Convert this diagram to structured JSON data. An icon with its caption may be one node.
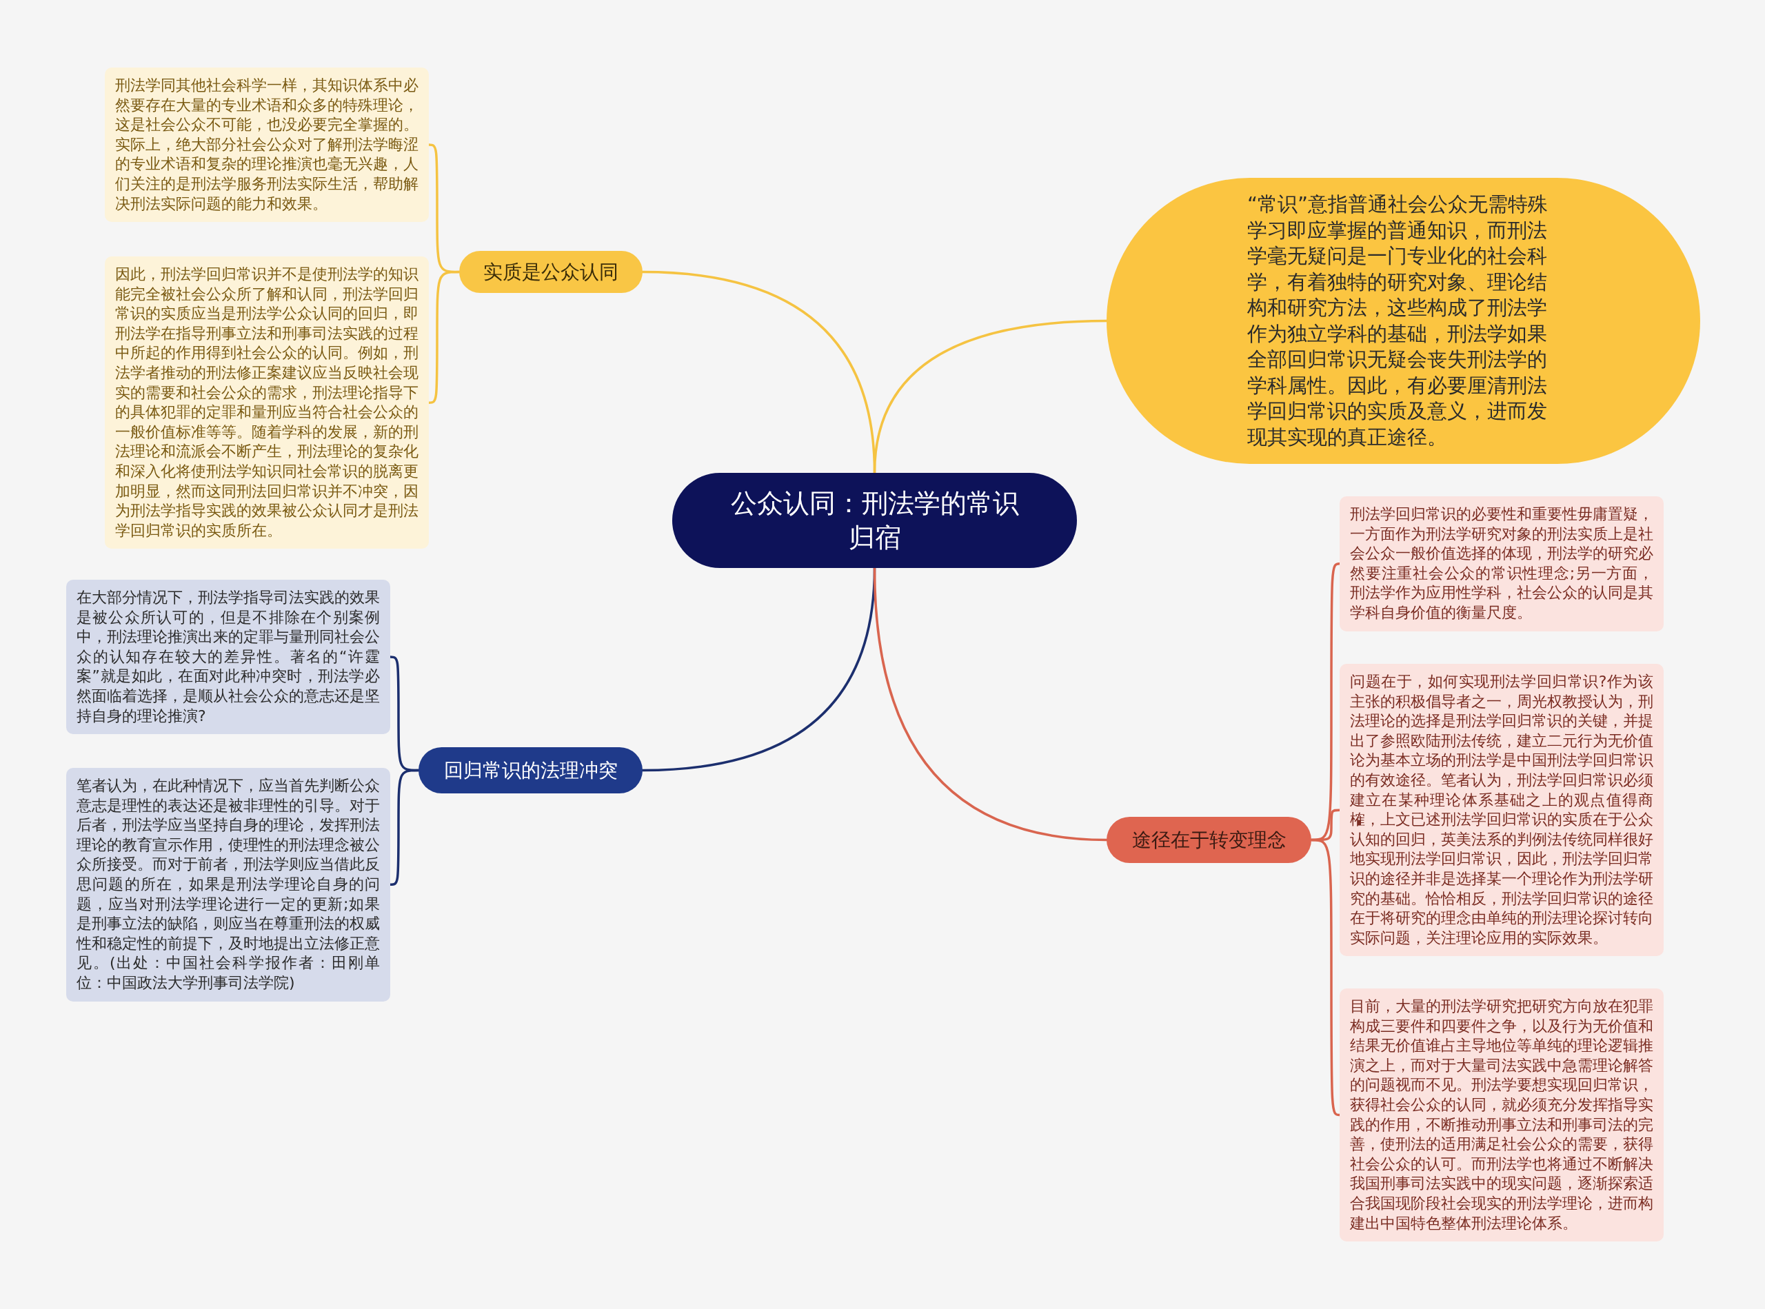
{
  "diagram": {
    "nodes": [
      {
        "text": [
          "公众认同：刑法学的常识归宿"
        ]
      },
      {
        "text": [
          "实质是公众认同"
        ]
      },
      {
        "text": [
          "刑法学同其他社会科学一样，其知识体系中必然要存在大量的专业术语和众多的特殊理论，这是社会公众不可能，也没必要完全掌握的。实际上，绝大部分社会公众对了解刑法学晦涩的专业术语和复杂的理论推演也毫无兴趣，人们关注的是刑法学服务刑法实际生活，帮助解决刑法实际问题的能力和效果。"
        ]
      },
      {
        "text": [
          "因此，刑法学回归常识并不是使刑法学的知识能完全被社会公众所了解和认同，刑法学回归常识的实质应当是刑法学公众认同的回归，即刑法学在指导刑事立法和刑事司法实践的过程中所起的作用得到社会公众的认同。例如，刑法学者推动的刑法修正案建议应当反映社会现实的需要和社会公众的需求，刑法理论指导下的具体犯罪的定罪和量刑应当符合社会公众的一般价值标准等等。随着学科的发展，新的刑法理论和流派会不断产生，刑法理论的复杂化和深入化将使刑法学知识同社会常识的脱离更加明显，然而这同刑法回归常识并不冲突，因为刑法学指导实践的效果被公众认同才是刑法学回归常识的实质所在。"
        ]
      },
      {
        "text": [
          "“常识”意指普通社会公众无需特殊学习即应掌握的普通知识，而刑法学毫无疑问是一门专业化的社会科学，有着独特的研究对象、理论结构和研究方法，这些构成了刑法学作为独立学科的基础，刑法学如果全部回归常识无疑会丧失刑法学的学科属性。因此，有必要厘清刑法学回归常识的实质及意义，进而发现其实现的真正途径。"
        ]
      },
      {
        "text": [
          "回归常识的法理冲突"
        ]
      },
      {
        "text": [
          "在大部分情况下，刑法学指导司法实践的效果是被公众所认可的，但是不排除在个别案例中，刑法理论推演出来的定罪与量刑同社会公众的认知存在较大的差异性。著名的“许霆案”就是如此，在面对此种冲突时，刑法学必然面临着选择，是顺从社会公众的意志还是坚持自身的理论推演?"
        ]
      },
      {
        "text": [
          "笔者认为，在此种情况下，应当首先判断公众意志是理性的表达还是被非理性的引导。对于后者，刑法学应当坚持自身的理论，发挥刑法理论的教育宣示作用，使理性的刑法理念被公众所接受。而对于前者，刑法学则应当借此反思问题的所在，如果是刑法学理论自身的问题，应当对刑法学理论进行一定的更新;如果是刑事立法的缺陷，则应当在尊重刑法的权威性和稳定性的前提下，及时地提出立法修正意见。(出处：中国社会科学报作者：田刚单位：中国政法大学刑事司法学院)"
        ]
      },
      {
        "text": [
          "途径在于转变理念"
        ]
      },
      {
        "text": [
          "刑法学回归常识的必要性和重要性毋庸置疑，一方面作为刑法学研究对象的刑法实质上是社会公众一般价值选择的体现，刑法学的研究必然要注重社会公众的常识性理念;另一方面，刑法学作为应用性学科，社会公众的认同是其学科自身价值的衡量尺度。"
        ]
      },
      {
        "text": [
          "问题在于，如何实现刑法学回归常识?作为该主张的积极倡导者之一，周光权教授认为，刑法理论的选择是刑法学回归常识的关键，并提出了参照欧陆刑法传统，建立二元行为无价值论为基本立场的刑法学是中国刑法学回归常识的有效途径。笔者认为，刑法学回归常识必须建立在某种理论体系基础之上的观点值得商榷，上文已述刑法学回归常识的实质在于公众认知的回归，英美法系的判例法传统同样很好地实现刑法学回归常识，因此，刑法学回归常识的途径并非是选择某一个理论作为刑法学研究的基础。恰恰相反，刑法学回归常识的途径在于将研究的理念由单纯的刑法理论探讨转向实际问题，关注理论应用的实际效果。"
        ]
      },
      {
        "text": [
          "目前，大量的刑法学研究把研究方向放在犯罪构成三要件和四要件之争，以及行为无价值和结果无价值谁占主导地位等单纯的理论逻辑推演之上，而对于大量司法实践中急需理论解答的问题视而不见。刑法学要想实现回归常识，获得社会公众的认同，就必须充分发挥指导实践的作用，不断推动刑事立法和刑事司法的完善，使刑法的适用满足社会公众的需要，获得社会公众的认可。而刑法学也将通过不断解决我国刑事司法实践中的现实问题，逐渐探索适合我国现阶段社会现实的刑法学理论，进而构建出中国特色整体刑法理论体系。"
        ]
      }
    ],
    "edges": [
      {
        "from": 0,
        "to": 1,
        "arrow": "none",
        "color": "#f5c342"
      },
      {
        "from": 1,
        "to": 2,
        "arrow": "none",
        "color": "#f5c342"
      },
      {
        "from": 1,
        "to": 3,
        "arrow": "none",
        "color": "#f5c342"
      },
      {
        "from": 0,
        "to": 4,
        "arrow": "none",
        "color": "#f5c342"
      },
      {
        "from": 0,
        "to": 5,
        "arrow": "none",
        "color": "#1c2f6e"
      },
      {
        "from": 5,
        "to": 6,
        "arrow": "none",
        "color": "#1c2f6e"
      },
      {
        "from": 5,
        "to": 7,
        "arrow": "none",
        "color": "#1c2f6e"
      },
      {
        "from": 0,
        "to": 8,
        "arrow": "none",
        "color": "#d9654f"
      },
      {
        "from": 8,
        "to": 9,
        "arrow": "none",
        "color": "#d9654f"
      },
      {
        "from": 8,
        "to": 10,
        "arrow": "none",
        "color": "#d9654f"
      },
      {
        "from": 8,
        "to": 11,
        "arrow": "none",
        "color": "#d9654f"
      }
    ]
  }
}
